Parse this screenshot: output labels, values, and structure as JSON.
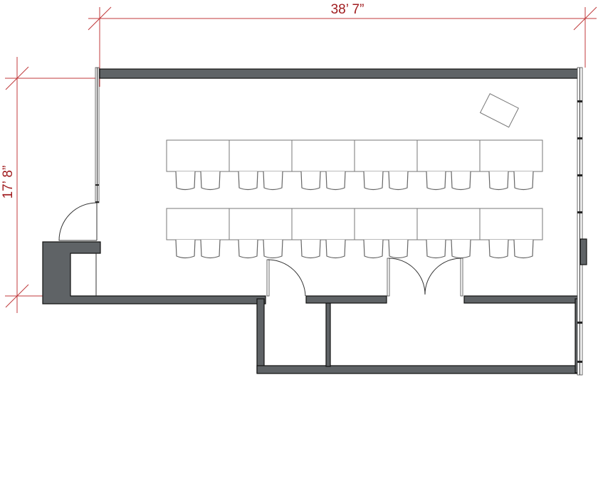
{
  "plan": {
    "width_label": "38’ 7”",
    "depth_label": "17’ 8”",
    "table_rows": 2,
    "tables_per_row": 6,
    "chairs_per_table": 2,
    "colors": {
      "wall": "#5f6366",
      "dimension": "#c0393b",
      "dimension_text": "#a01c1f"
    }
  }
}
